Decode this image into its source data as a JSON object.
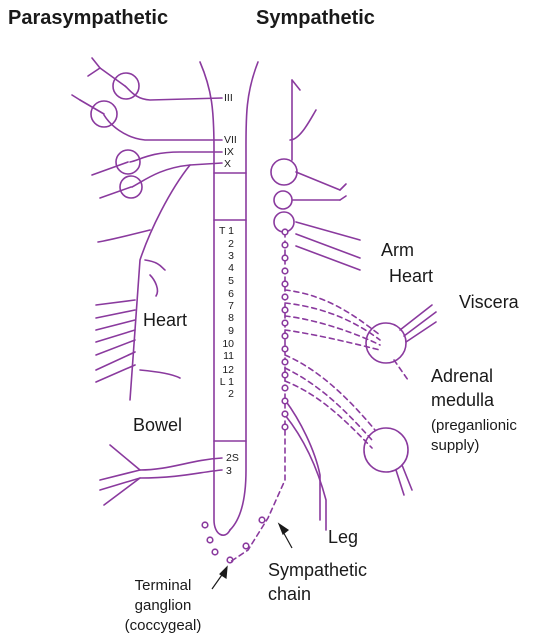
{
  "headers": {
    "left": "Parasympathetic",
    "right": "Sympathetic"
  },
  "cranial_nerves": [
    "III",
    "VII",
    "IX",
    "X"
  ],
  "thoracolumbar_segments": [
    "T 1",
    "2",
    "3",
    "4",
    "5",
    "6",
    "7",
    "8",
    "9",
    "10",
    "11",
    "12",
    "L 1",
    "2"
  ],
  "sacral_segments": [
    "2S",
    "3"
  ],
  "labels": {
    "arm": "Arm",
    "heart_sympathetic": "Heart",
    "viscera": "Viscera",
    "heart_parasympathetic": "Heart",
    "adrenal": "Adrenal",
    "medulla": "medulla",
    "preganglionic_line1": "(preganlionic",
    "preganglionic_line2": "supply)",
    "bowel": "Bowel",
    "leg": "Leg",
    "sympathetic_chain_line1": "Sympathetic",
    "sympathetic_chain_line2": "chain",
    "terminal_line1": "Terminal",
    "terminal_line2": "ganglion",
    "terminal_line3": "(coccygeal)"
  },
  "colors": {
    "nerve": "#8a3a9e",
    "text": "#1a1a1a",
    "cord_outline": "#8a3a9e"
  }
}
